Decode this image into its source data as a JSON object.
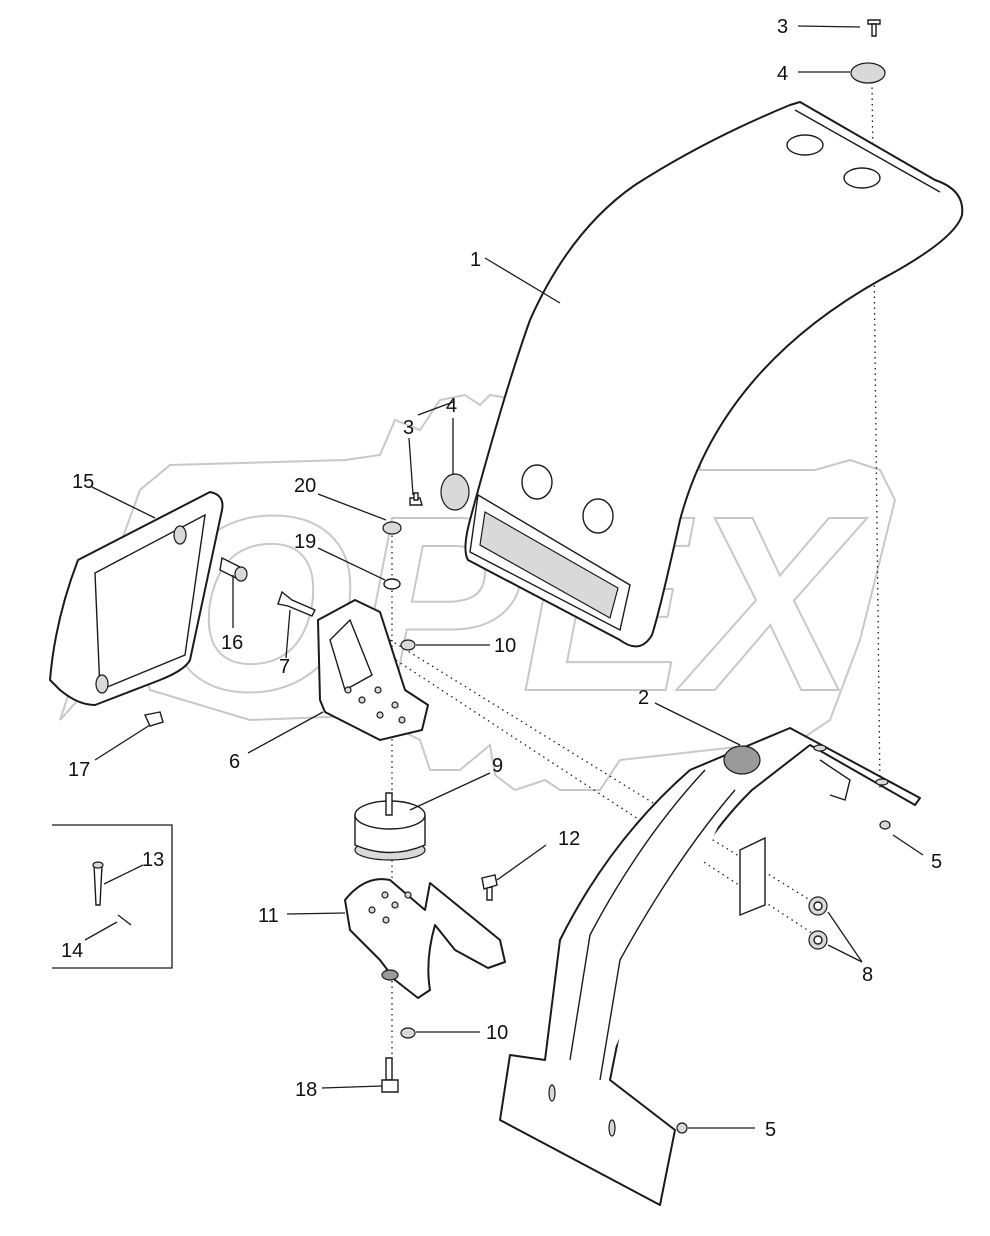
{
  "watermark": {
    "text": "OPEX"
  },
  "callouts": [
    {
      "id": "c-3-top",
      "label": "3"
    },
    {
      "id": "c-4-top",
      "label": "4"
    },
    {
      "id": "c-1",
      "label": "1"
    },
    {
      "id": "c-4-mid",
      "label": "4"
    },
    {
      "id": "c-3-mid",
      "label": "3"
    },
    {
      "id": "c-15",
      "label": "15"
    },
    {
      "id": "c-20",
      "label": "20"
    },
    {
      "id": "c-19",
      "label": "19"
    },
    {
      "id": "c-16",
      "label": "16"
    },
    {
      "id": "c-7",
      "label": "7"
    },
    {
      "id": "c-10-top",
      "label": "10"
    },
    {
      "id": "c-2",
      "label": "2"
    },
    {
      "id": "c-17",
      "label": "17"
    },
    {
      "id": "c-6",
      "label": "6"
    },
    {
      "id": "c-9",
      "label": "9"
    },
    {
      "id": "c-12",
      "label": "12"
    },
    {
      "id": "c-5-top",
      "label": "5"
    },
    {
      "id": "c-13",
      "label": "13"
    },
    {
      "id": "c-14",
      "label": "14"
    },
    {
      "id": "c-11",
      "label": "11"
    },
    {
      "id": "c-8",
      "label": "8"
    },
    {
      "id": "c-10-bot",
      "label": "10"
    },
    {
      "id": "c-18",
      "label": "18"
    },
    {
      "id": "c-5-bot",
      "label": "5"
    }
  ]
}
